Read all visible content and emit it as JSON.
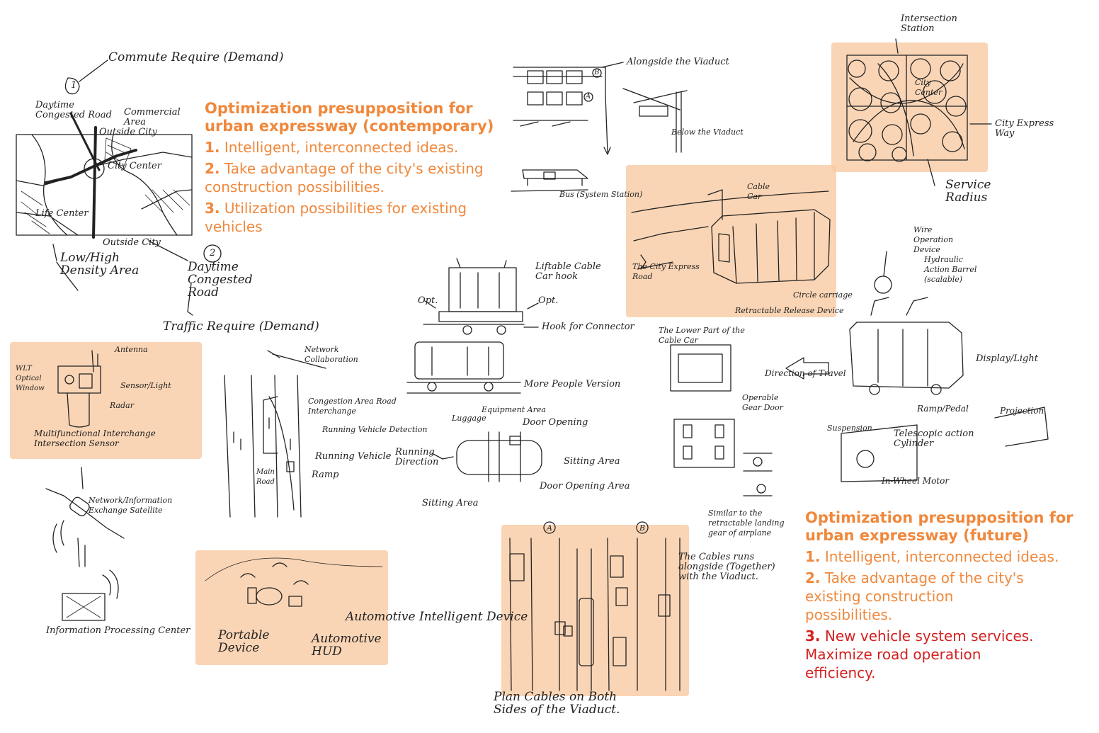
{
  "colors": {
    "accent": "#f0883c",
    "panel": "#f9c9a0",
    "red": "#d32020",
    "ink": "#222222"
  },
  "box_contemporary": {
    "title": "Optimization presupposition for urban expressway (contemporary)",
    "items": [
      {
        "num": "1.",
        "text": "Intelligent, interconnected ideas."
      },
      {
        "num": "2.",
        "text": "Take advantage of the city's existing construction possibilities."
      },
      {
        "num": "3.",
        "text": "Utilization possibilities for existing vehicles"
      }
    ]
  },
  "box_future": {
    "title": "Optimization presupposition for urban expressway (future)",
    "items": [
      {
        "num": "1.",
        "text": "Intelligent, interconnected ideas."
      },
      {
        "num": "2.",
        "text": "Take advantage of the city's existing construction possibilities."
      },
      {
        "num": "3.",
        "text": "New vehicle system services. Maximize road operation efficiency."
      }
    ]
  },
  "labels": {
    "commute_demand": "Commute Require (Demand)",
    "daytime_congested_road": "Daytime Congested Road",
    "commercial_area": "Commercial Area",
    "outside_city_top": "Outside City",
    "city_center_map": "City Center",
    "life_center": "Life Center",
    "outside_city_bottom": "Outside City",
    "density_area": "Low/High Density Area",
    "daytime_congested_road_2": "Daytime Congested Road",
    "traffic_demand": "Traffic Require (Demand)",
    "circle_1": "1",
    "circle_2": "2",
    "alongside_viaduct": "Alongside the Viaduct",
    "below_viaduct": "Below the Viaduct",
    "bus_station": "Bus (System Station)",
    "intersection_station": "Intersection Station",
    "city_center_grid": "City Center",
    "city_express_way": "City Express Way",
    "service_radius": "Service Radius",
    "cable_car": "Cable Car",
    "city_express_road": "The City Express Road",
    "circle_carriage": "Circle carriage",
    "retractable_release": "Retractable Release Device",
    "wire_operation": "Wire Operation Device",
    "hydraulic": "Hydraulic Action Barrel (scalable)",
    "liftable_hook": "Liftable Cable Car hook",
    "opt_left": "Opt.",
    "opt_right": "Opt.",
    "hook_connector": "Hook for Connector",
    "more_people": "More People Version",
    "antenna": "Antenna",
    "wlt_window": "WLT Optical Window",
    "sensor_light": "Sensor/Light",
    "radar": "Radar",
    "multifunctional": "Multifunctional Interchange Intersection Sensor",
    "network_collab": "Network Collaboration",
    "congestion_area": "Congestion Area Road Interchange",
    "running_detection": "Running Vehicle Detection",
    "running_vehicle": "Running Vehicle",
    "ramp": "Ramp",
    "main_road": "Main Road",
    "equipment_area": "Equipment Area",
    "luggage": "Luggage",
    "door_opening": "Door Opening",
    "running_direction": "Running Direction",
    "sitting_area_right": "Sitting Area",
    "door_opening_area": "Door Opening Area",
    "sitting_area_left": "Sitting Area",
    "lower_part": "The Lower Part of the Cable Car",
    "operable_door": "Operable Gear Door",
    "direction_travel": "Direction of Travel",
    "display_light": "Display/Light",
    "ramp_pedal": "Ramp/Pedal",
    "projection": "Projection",
    "suspension": "Suspension",
    "telescopic": "Telescopic action Cylinder",
    "in_wheel_motor": "In-Wheel Motor",
    "similar_airplane": "Similar to the retractable landing gear of airplane",
    "network_satellite": "Network/Information Exchange Satellite",
    "info_center": "Information Processing Center",
    "portable_device": "Portable Device",
    "automotive_hud": "Automotive HUD",
    "automotive_device": "Automotive Intelligent Device",
    "cables_runs": "The Cables runs alongside (Together) with the Viaduct.",
    "plan_cables": "Plan Cables on Both Sides of the Viaduct.",
    "marker_a": "A",
    "marker_b": "B",
    "marker_a_small": "A",
    "marker_b_small": "B"
  }
}
